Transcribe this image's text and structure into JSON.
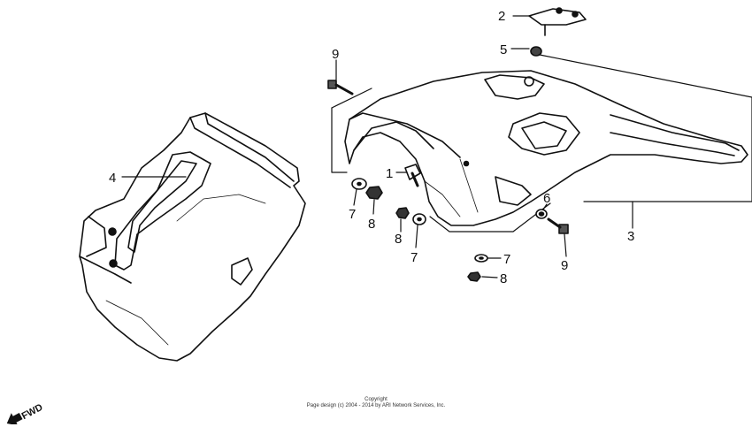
{
  "callouts": {
    "c1": "1",
    "c2": "2",
    "c3": "3",
    "c4": "4",
    "c5": "5",
    "c6": "6",
    "c7a": "7",
    "c7b": "7",
    "c7c": "7",
    "c8a": "8",
    "c8b": "8",
    "c8c": "8",
    "c9a": "9",
    "c9b": "9"
  },
  "fwd_label": "FWD",
  "copyright": {
    "line1": "Copyright",
    "line2": "Page design (c) 2004 - 2014 by ARI Network Services, Inc."
  },
  "colors": {
    "ink": "#111111",
    "paper": "#ffffff"
  },
  "icons": [
    "fwd-arrow-icon"
  ]
}
